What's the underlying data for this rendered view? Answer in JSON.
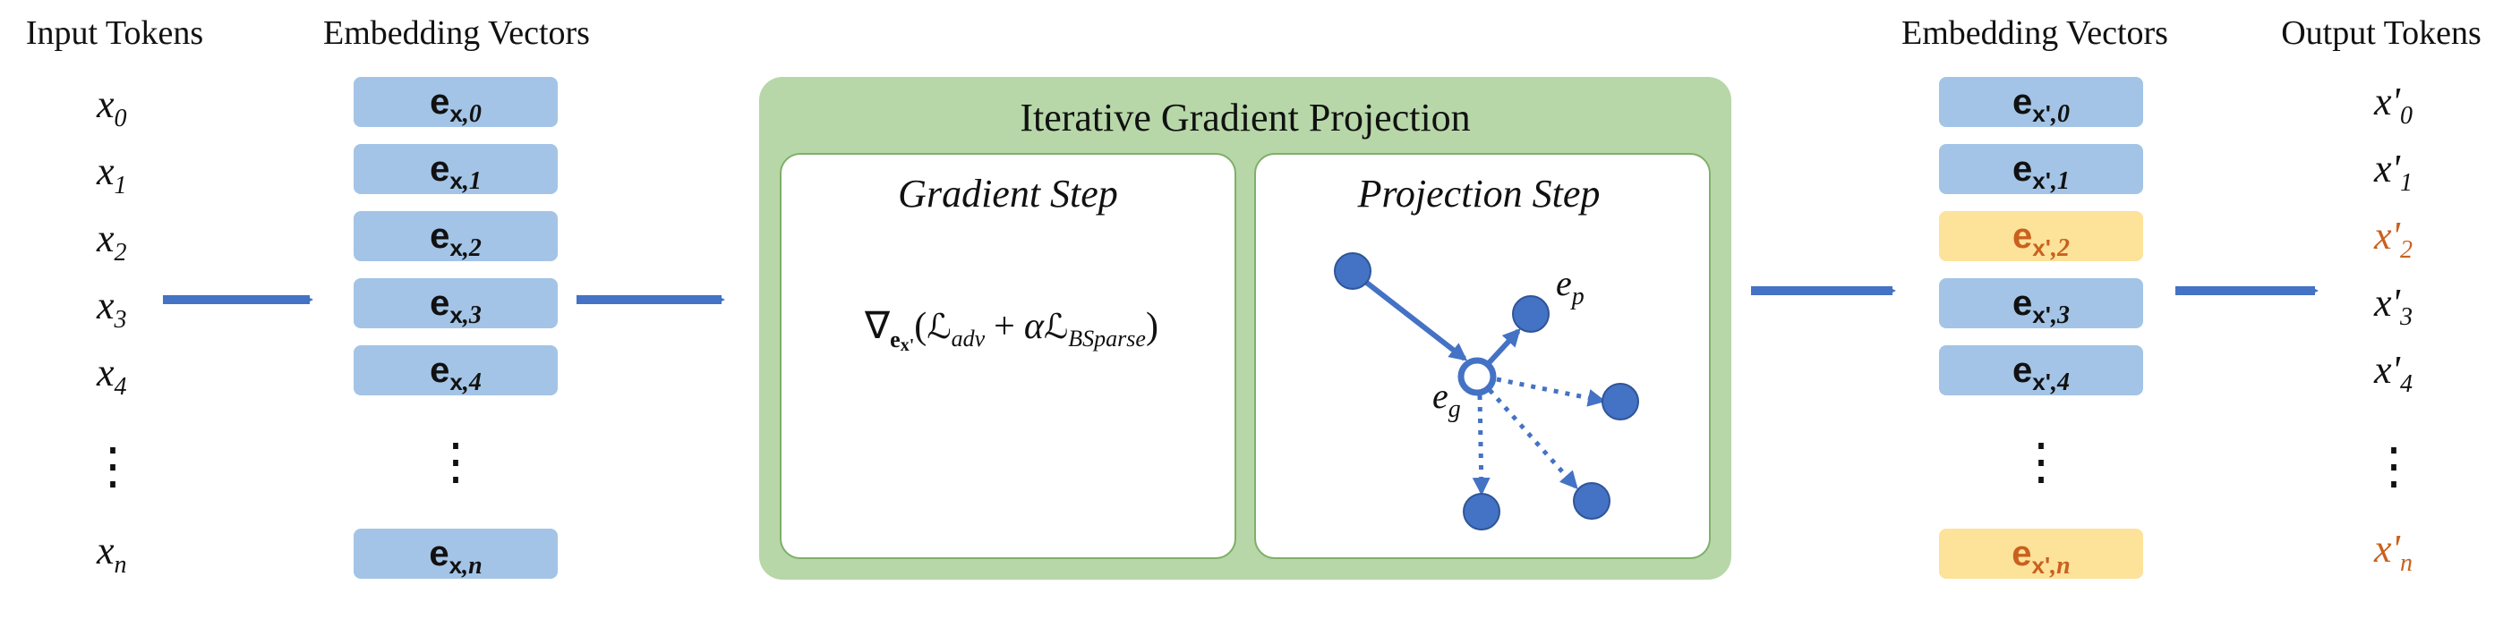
{
  "headers": {
    "input_tokens": "Input Tokens",
    "embedding_vectors_left": "Embedding Vectors",
    "embedding_vectors_right": "Embedding Vectors",
    "output_tokens": "Output Tokens"
  },
  "input_tokens": [
    {
      "base": "x",
      "sub": "0"
    },
    {
      "base": "x",
      "sub": "1"
    },
    {
      "base": "x",
      "sub": "2"
    },
    {
      "base": "x",
      "sub": "3"
    },
    {
      "base": "x",
      "sub": "4"
    },
    {
      "base": "x",
      "sub": "n"
    }
  ],
  "input_embeddings": [
    {
      "base": "e",
      "sub": "x",
      "idx": ",0"
    },
    {
      "base": "e",
      "sub": "x",
      "idx": ",1"
    },
    {
      "base": "e",
      "sub": "x",
      "idx": ",2"
    },
    {
      "base": "e",
      "sub": "x",
      "idx": ",3"
    },
    {
      "base": "e",
      "sub": "x",
      "idx": ",4"
    },
    {
      "base": "e",
      "sub": "x",
      "idx": ",n"
    }
  ],
  "output_embeddings": [
    {
      "base": "e",
      "sub": "x'",
      "idx": ",0",
      "highlight": false
    },
    {
      "base": "e",
      "sub": "x'",
      "idx": ",1",
      "highlight": false
    },
    {
      "base": "e",
      "sub": "x'",
      "idx": ",2",
      "highlight": true
    },
    {
      "base": "e",
      "sub": "x'",
      "idx": ",3",
      "highlight": false
    },
    {
      "base": "e",
      "sub": "x'",
      "idx": ",4",
      "highlight": false
    },
    {
      "base": "e",
      "sub": "x'",
      "idx": ",n",
      "highlight": true
    }
  ],
  "output_tokens": [
    {
      "base": "x'",
      "sub": "0",
      "highlight": false
    },
    {
      "base": "x'",
      "sub": "1",
      "highlight": false
    },
    {
      "base": "x'",
      "sub": "2",
      "highlight": true
    },
    {
      "base": "x'",
      "sub": "3",
      "highlight": false
    },
    {
      "base": "x'",
      "sub": "4",
      "highlight": false
    },
    {
      "base": "x'",
      "sub": "n",
      "highlight": true
    }
  ],
  "ellipsis": "⋮",
  "center_panel": {
    "title": "Iterative Gradient Projection",
    "gradient_step": {
      "title": "Gradient Step",
      "formula": {
        "nabla": "∇",
        "nabla_sub": "e",
        "nabla_sub_sub": "x'",
        "open": "(",
        "loss1": "ℒ",
        "loss1_sub": "adv",
        "plus": "+",
        "alpha": "α",
        "loss2": "ℒ",
        "loss2_sub": "BSparse",
        "close": ")"
      }
    },
    "projection_step": {
      "title": "Projection Step",
      "label_ep_base": "e",
      "label_ep_sub": "p",
      "label_eg_base": "e",
      "label_eg_sub": "g"
    }
  },
  "colors": {
    "embedding_fill": "#a3c4e6",
    "highlight_fill": "#fde29a",
    "highlight_text": "#c9611e",
    "panel_fill": "#b7d7a8",
    "panel_stroke": "#7fb069",
    "arrow": "#4472c4",
    "node_fill": "#4472c4",
    "node_stroke": "#2f5597"
  }
}
